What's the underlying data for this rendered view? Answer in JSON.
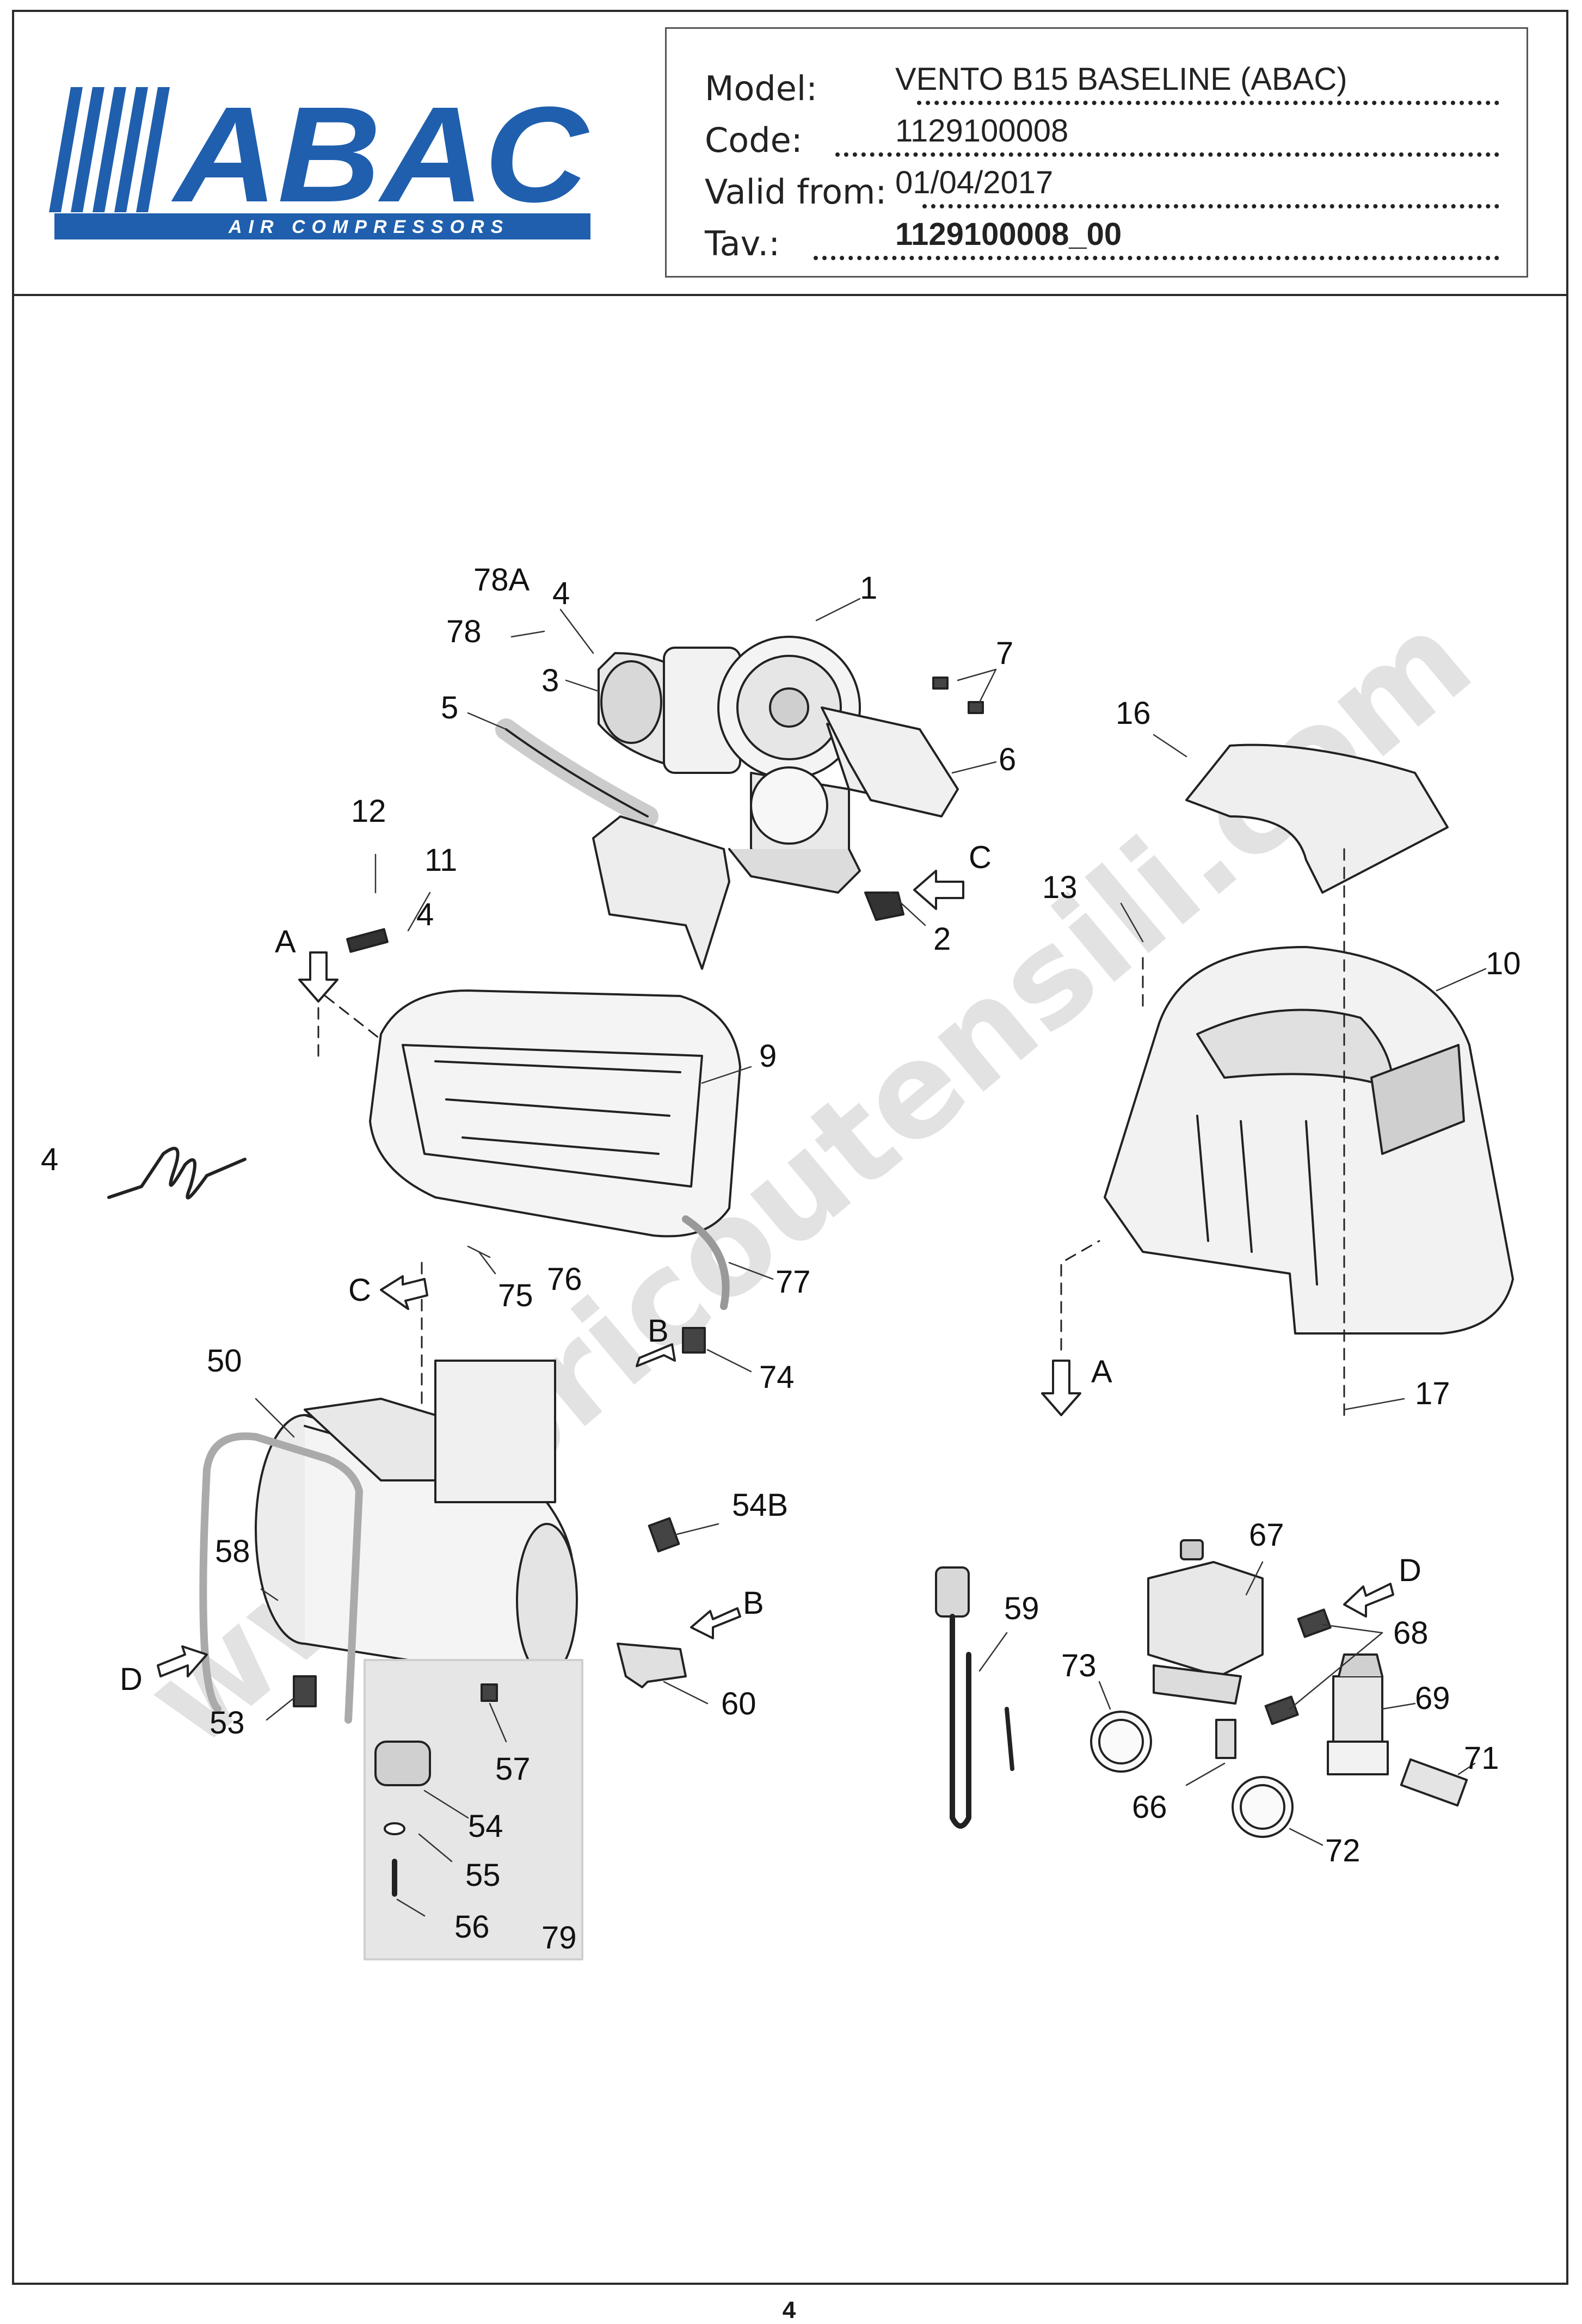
{
  "brand": {
    "logo_text": "ABAC",
    "logo_subtitle": "AIR COMPRESSORS",
    "brand_color": "#1f5fae"
  },
  "info": {
    "model_label": "Model:",
    "model_value": "VENTO B15 BASELINE (ABAC)",
    "code_label": "Code:",
    "code_value": "1129100008",
    "valid_label": "Valid from:",
    "valid_value": "01/04/2017",
    "tav_label": "Tav.:",
    "tav_value": "1129100008_00"
  },
  "watermark": "www.bricoutensili.com",
  "callouts": {
    "c1": "1",
    "c2": "2",
    "c3": "3",
    "c4a": "4",
    "c4b": "4",
    "c4c": "4",
    "c5": "5",
    "c6": "6",
    "c7": "7",
    "c9": "9",
    "c10": "10",
    "c11": "11",
    "c12": "12",
    "c13": "13",
    "c16": "16",
    "c17": "17",
    "c50": "50",
    "c53": "53",
    "c54": "54",
    "c54b": "54B",
    "c55": "55",
    "c56": "56",
    "c57": "57",
    "c58": "58",
    "c59": "59",
    "c60": "60",
    "c66": "66",
    "c67": "67",
    "c68": "68",
    "c69": "69",
    "c71": "71",
    "c72": "72",
    "c73": "73",
    "c74": "74",
    "c75": "75",
    "c76": "76",
    "c77": "77",
    "c78": "78",
    "c78a": "78A",
    "c79": "79"
  },
  "refs": {
    "a1": "A",
    "a2": "A",
    "b1": "B",
    "b2": "B",
    "c1": "C",
    "c2": "C",
    "d1": "D",
    "d2": "D"
  },
  "page_number": "4"
}
